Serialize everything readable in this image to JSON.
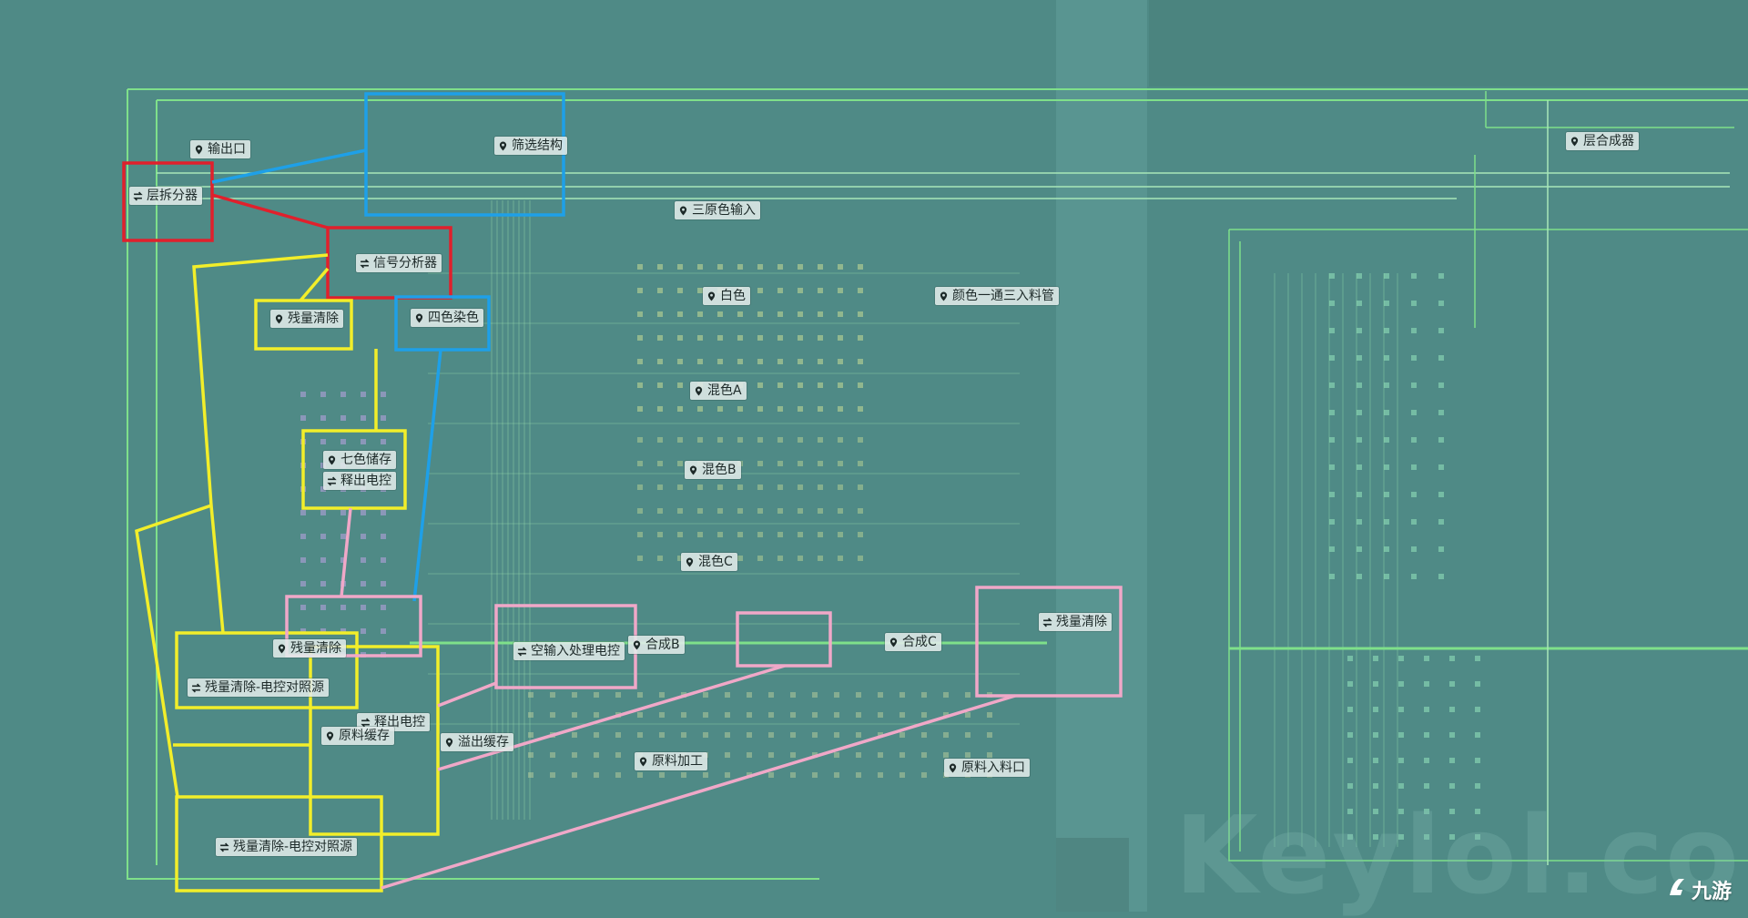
{
  "labels": {
    "output_port": "输出口",
    "layer_splitter": "层拆分器",
    "filter_structure": "筛选结构",
    "primary_color_input": "三原色输入",
    "layer_combiner": "层合成器",
    "signal_analyzer": "信号分析器",
    "residue_clear_1": "残量清除",
    "four_color_dye": "四色染色",
    "white": "白色",
    "color_one_to_three_pipe": "颜色一通三入料管",
    "mix_a": "混色A",
    "seven_color_storage": "七色储存",
    "release_control_1": "释出电控",
    "mix_b": "混色B",
    "mix_c": "混色C",
    "residue_clear_partial": "残量清除",
    "residue_clear_control_ref_1": "残量清除-电控对照源",
    "empty_input_control": "空输入处理电控",
    "combine_b": "合成B",
    "combine_c": "合成C",
    "residue_clear_2": "残量清除",
    "release_control_2": "释出电控",
    "raw_buffer": "原料缓存",
    "overflow_buffer": "溢出缓存",
    "raw_processing": "原料加工",
    "raw_input_port": "原料入料口",
    "residue_clear_control_ref_2": "残量清除-电控对照源"
  },
  "watermark": {
    "text": "Keylol.com"
  },
  "brand": {
    "text": "九游"
  },
  "colors": {
    "background": "#4f8a86",
    "wire_green": "#7fe08a",
    "wire_pale": "#a8e8b8",
    "highlight_red": "#e0202c",
    "highlight_blue": "#1ea0e8",
    "highlight_yellow": "#f2ee2a",
    "highlight_pink": "#f0a8c8"
  }
}
